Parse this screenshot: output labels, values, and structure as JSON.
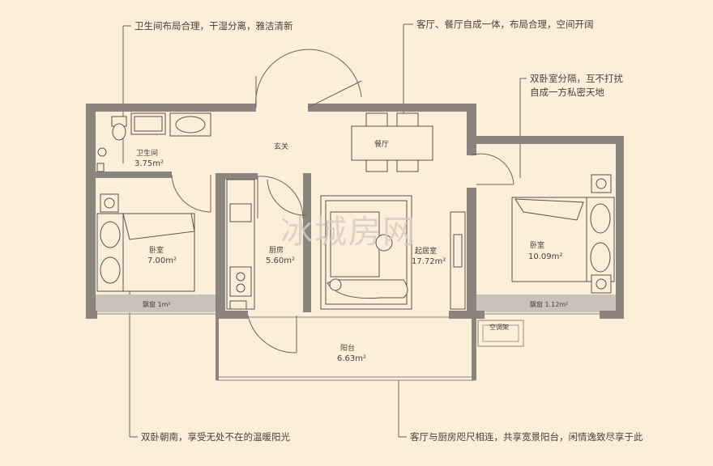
{
  "watermark": "冰城房网",
  "annotations": {
    "bathroom_note": "卫生间布局合理，干湿分离，雅洁清新",
    "living_note": "客厅、餐厅自成一体，布局合理，空间开阔",
    "bedroom_note_line1": "双卧室分隔，互不打扰",
    "bedroom_note_line2": "自成一方私密天地",
    "south_note": "双卧朝南，享受无处不在的温暖阳光",
    "balcony_note": "客厅与厨房咫尺相连，共享宽景阳台，闲情逸致尽享于此"
  },
  "rooms": {
    "entrance": {
      "name": "玄关"
    },
    "dining": {
      "name": "餐厅"
    },
    "bathroom": {
      "name": "卫生间",
      "area": "3.75m²"
    },
    "bedroom_left": {
      "name": "卧室",
      "area": "7.00m²"
    },
    "kitchen": {
      "name": "厨房",
      "area": "5.60m²"
    },
    "living": {
      "name": "起居室",
      "area": "17.72m²"
    },
    "bedroom_right": {
      "name": "卧室",
      "area": "10.09m²"
    },
    "balcony": {
      "name": "阳台",
      "area": "6.63m²"
    },
    "bay_left": {
      "label": "飘窗 1m²"
    },
    "bay_right": {
      "label": "飘窗 1.12m²"
    },
    "ac_rack": {
      "label": "空调架"
    }
  },
  "colors": {
    "background": "#fcefd9",
    "wall": "#8b857e",
    "line": "#6b635c",
    "furniture": "#5a524b"
  }
}
